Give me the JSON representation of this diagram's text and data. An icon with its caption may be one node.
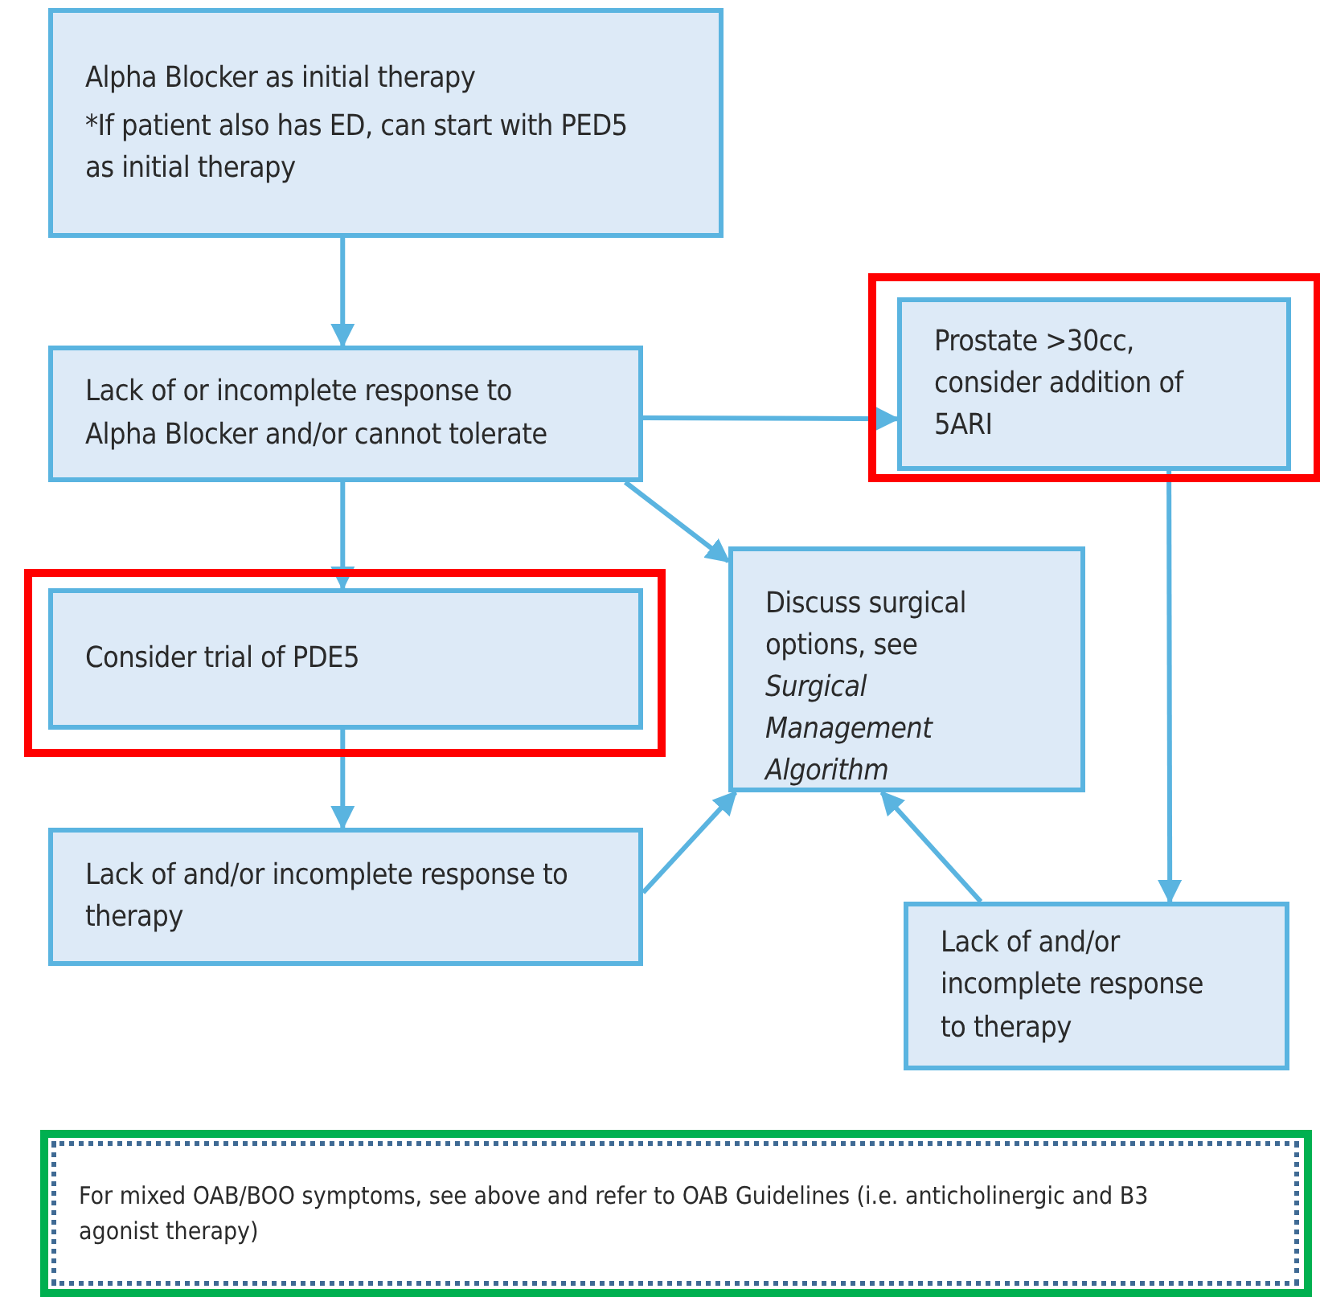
{
  "diagram": {
    "nodes": [
      {
        "text": [
          "Alpha Blocker as initial therapy",
          "*If patient also has ED, can start with PED5 as initial therapy"
        ]
      },
      {
        "text": [
          "Lack of or incomplete response to Alpha Blocker and/or cannot tolerate"
        ]
      },
      {
        "text": [],
        "shape": "box"
      },
      {
        "text": [
          "Prostate >30cc, consider addition of 5ARI"
        ],
        "in": 2
      },
      {
        "text": [],
        "shape": "box"
      },
      {
        "text": [
          "Consider trial of PDE5"
        ],
        "in": 4
      },
      {
        "text": [
          "Discuss surgical options, see *Surgical Management Algorithm*"
        ]
      },
      {
        "text": [
          "Lack of and/or incomplete response to therapy"
        ]
      },
      {
        "text": [
          "Lack of and/or incomplete response to therapy"
        ]
      },
      {
        "text": [],
        "shape": "box"
      },
      {
        "text": [
          "For mixed OAB/BOO symptoms, see above and refer to OAB Guidelines (i.e. anticholinergic and B3 agonist therapy)"
        ],
        "in": 9
      }
    ],
    "edges": [
      {
        "from": 0,
        "to": 1,
        "arrow": "to"
      },
      {
        "from": 1,
        "to": 3,
        "arrow": "to"
      },
      {
        "from": 1,
        "to": 5,
        "arrow": "to"
      },
      {
        "from": 1,
        "to": 6,
        "arrow": "to"
      },
      {
        "from": 5,
        "to": 7,
        "arrow": "to"
      },
      {
        "from": 7,
        "to": 6,
        "arrow": "to"
      },
      {
        "from": 3,
        "to": 8,
        "arrow": "to"
      },
      {
        "from": 8,
        "to": 6,
        "arrow": "to"
      }
    ]
  }
}
